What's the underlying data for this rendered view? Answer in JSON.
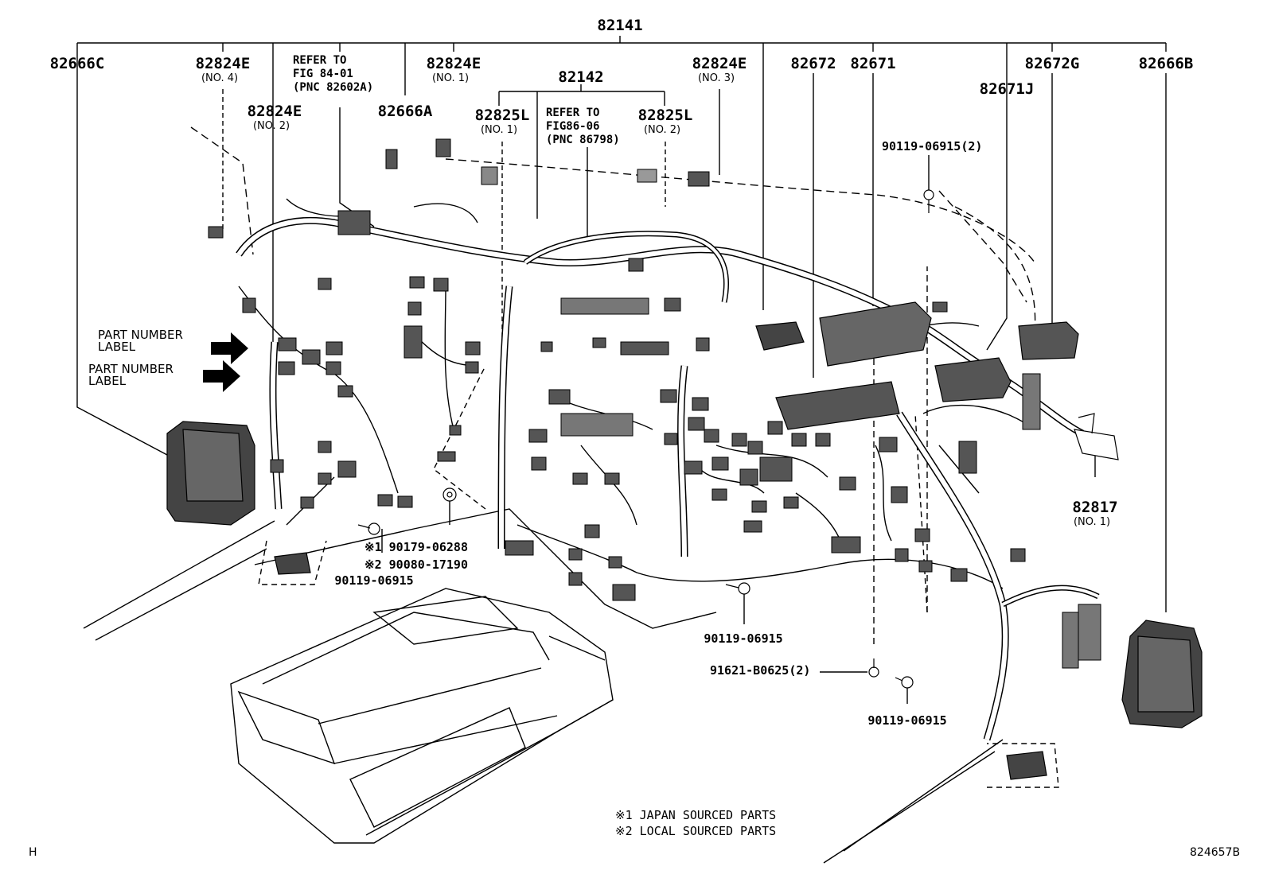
{
  "labels": {
    "p82141": "82141",
    "p82666C": "82666C",
    "p82824E_a": "82824E",
    "no4": "(NO. 4)",
    "refer1": "REFER TO\nFIG 84-01\n(PNC 82602A)",
    "p82824E_b": "82824E",
    "no1": "(NO. 1)",
    "p82142": "82142",
    "p82824E_c": "82824E",
    "no3": "(NO. 3)",
    "p82672": "82672",
    "p82671": "82671",
    "p82672G": "82672G",
    "p82666B": "82666B",
    "p82824E_d": "82824E",
    "no2": "(NO. 2)",
    "p82666A": "82666A",
    "p82825L_a": "82825L",
    "refer2": "REFER TO\nFIG86-06\n(PNC 86798)",
    "p82825L_b": "82825L",
    "p82671J": "82671J",
    "p90119_2": "90119-06915(2)",
    "partNumberLabel": "PART NUMBER\nLABEL",
    "p82817": "82817",
    "jpLocal": "※1 90179-06288\n※2 90080-17190",
    "p90119": "90119-06915",
    "p91621": "91621-B0625(2)"
  },
  "notes": {
    "japan": "※1 JAPAN SOURCED PARTS",
    "local": "※2 LOCAL SOURCED PARTS"
  },
  "footer": {
    "left": "H",
    "right": "824657B"
  }
}
